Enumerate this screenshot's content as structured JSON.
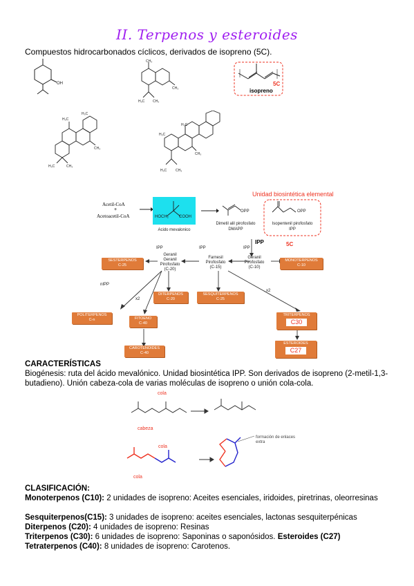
{
  "title": "II. Terpenos y esteroides",
  "intro": "Compuestos hidrocarbonados cíclicos, derivados de isopreno (5C).",
  "isoprene": {
    "label": "isopreno",
    "carbons": "5C"
  },
  "biosynthesis": {
    "unit_title": "Unidad biosintética elemental",
    "unit_carbons": "5C",
    "acetyl": "Acetil-CoA",
    "plus": "+",
    "acetoacetyl": "Acetoacetil-CoA",
    "mevalonic": "Acido mevalonico",
    "mev_hoch2": "HOCH₂",
    "mev_cooh": "COOH",
    "dmapp_opp": "OPP",
    "dmapp_name": "Dimetil alil pirofosfato",
    "dmapp_abbr": "DMAPP",
    "ipp_opp": "OPP",
    "ipp_name": "Isopentenil pirofosfato",
    "ipp_abbr": "IPP",
    "ipp_arrow": "IPP",
    "ipp1": "IPP",
    "ipp2": "IPP",
    "ipp3": "IPP",
    "nipp": "nIPP",
    "x2a": "x2",
    "x2b": "x2",
    "ggpp": [
      "Geranil",
      "Geranil",
      "Pirofosfato",
      "(C-20)"
    ],
    "fpp": [
      "Farnesil",
      "Pirofosfato",
      "(C-15)"
    ],
    "gpp": [
      "Geranil",
      "Pirofosfato",
      "(C-10)"
    ],
    "boxes": {
      "sesterpenos": [
        "SESTERPENOS",
        "C-25"
      ],
      "monoterpenos": [
        "MONOTERPENOS",
        "C-10"
      ],
      "diterpenos": [
        "DITERPENOS",
        "C-20"
      ],
      "sesquiterpenos": [
        "SESQUITERPENOS",
        "C-25"
      ],
      "politerpenos": [
        "POLITERPENOS",
        "C-n"
      ],
      "fitoeno": [
        "FITOENO",
        "C-40"
      ],
      "triterpenos": [
        "TRITERPENOS"
      ],
      "triterpenos_c": "C30",
      "carotenoides": [
        "CAROTENOIDES",
        "C-40"
      ],
      "esteroides": [
        "ESTEROIDES"
      ],
      "esteroides_c": "C27"
    }
  },
  "caracteristicas": {
    "heading": "CARACTERÍSTICAS",
    "text": "Biogénesis: ruta del ácido mevalónico. Unidad biosintética IPP. Son derivados de isopreno (2-metil-1,3-butadieno). Unión cabeza-cola de varias moléculas de isopreno o unión cola-cola."
  },
  "union_fig": {
    "cola1": "cola",
    "cabeza": "cabeza",
    "cola2": "cola",
    "cola3": "cola",
    "extra": "formación de enlaces extra"
  },
  "clasificacion": {
    "heading": "CLASIFICACIÓN:",
    "lines": [
      {
        "bold": "Monoterpenos (C10):",
        "text": " 2 unidades de isopreno: Aceites esenciales, iridoides, piretrinas, oleorresinas"
      },
      {
        "bold": "Sesquiterpenos(C15):",
        "text": " 3 unidades de isopreno: aceites esenciales, lactonas sesquiterpénicas"
      },
      {
        "bold": "Diterpenos (C20):",
        "text": " 4 unidades de isopreno: Resinas"
      },
      {
        "bold": "Triterpenos (C30):",
        "text": " 6 unidades de isopreno: Saponinas o saponósidos. ",
        "bold2": "Esteroides (C27)"
      },
      {
        "bold": "Tetraterpenos (C40):",
        "text": " 8 unidades de isopreno: Carotenos."
      }
    ]
  }
}
